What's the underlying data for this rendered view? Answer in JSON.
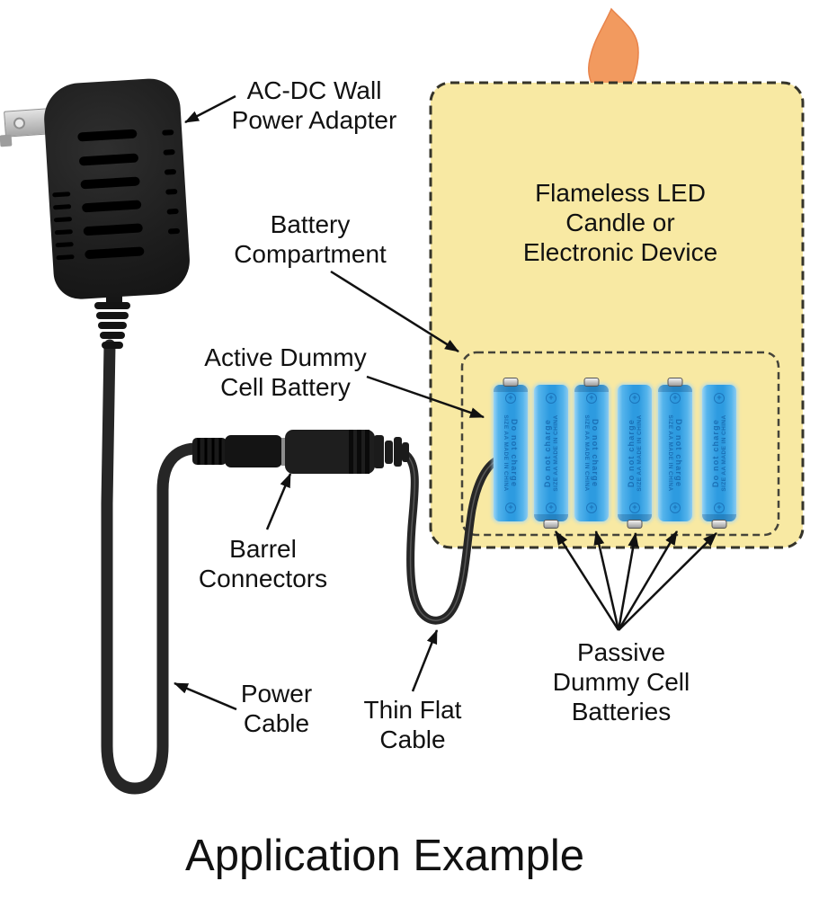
{
  "title": "Application Example",
  "device_box": {
    "label": "Flameless LED\nCandle or\nElectronic Device"
  },
  "callouts": {
    "adapter": "AC-DC Wall\nPower Adapter",
    "battery_compartment": "Battery\nCompartment",
    "active_dummy": "Active Dummy\nCell Battery",
    "barrel_connectors": "Barrel\nConnectors",
    "power_cable": "Power\nCable",
    "thin_flat_cable": "Thin Flat\nCable",
    "passive_dummy": "Passive\nDummy Cell\nBatteries"
  },
  "batteries": {
    "count": 6,
    "label_line1": "Do not charge",
    "label_line2": "SIZE AA MADE IN CHINA",
    "plus_symbol": "+"
  },
  "colors": {
    "device_box_fill": "#F8E9A3",
    "box_border": "#35342A",
    "compartment_border": "#45443A",
    "battery_blue": "#2D9BE0",
    "battery_text": "#1A6FB5",
    "flame_orange": "#F29A5F",
    "flame_edge": "#E8834A",
    "cable_black": "#262626",
    "label_text": "#111111"
  }
}
